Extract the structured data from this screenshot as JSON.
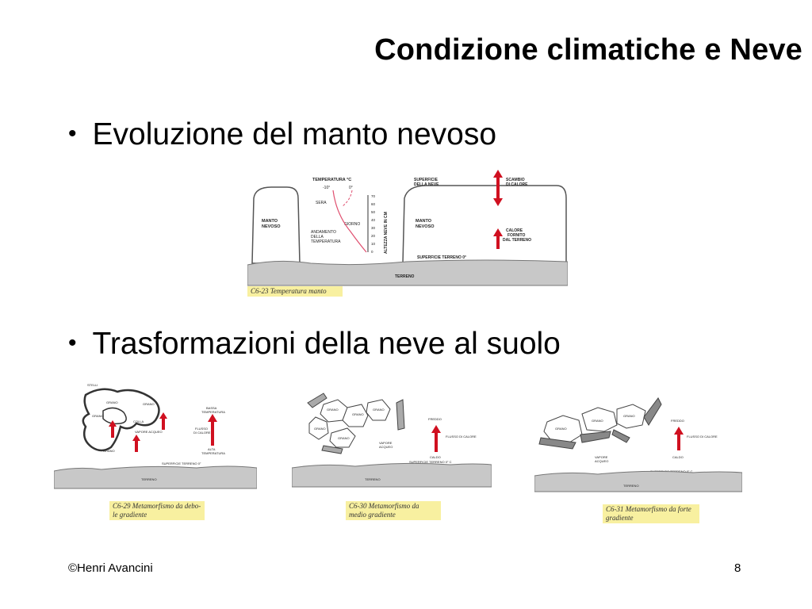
{
  "slide": {
    "title": "Condizione climatiche e Neve",
    "bullet1": "Evoluzione del manto nevoso",
    "bullet2": "Trasformazioni della neve al suolo",
    "bullet_symbol": "•",
    "footer_left": "©Henri Avancini",
    "page_number": "8"
  },
  "fig_temp": {
    "caption": "C6-23 Temperatura manto",
    "manto_label": "MANTO\nNEVOSO",
    "temperatura": "TEMPERATURA °C",
    "t_cold": "-10°",
    "t_zero": "0°",
    "sera": "SERA",
    "giorno": "GIORNO",
    "andamento": "ANDAMENTO\nDELLA\nTEMPERATURA",
    "altezza": "ALTEZZA NEVE IN CM",
    "scale": [
      "70",
      "60",
      "50",
      "40",
      "30",
      "20",
      "10",
      "0"
    ],
    "superficie_neve": "SUPERFICIE\nDELLA NEVE",
    "scambio": "SCAMBIO\nDI CALORE",
    "manto_label2": "MANTO\nNEVOSO",
    "calore": "CALORE\nFORNITO\nDAL TERRENO",
    "superficie_terreno": "SUPERFICIE TERRENO 0°",
    "terreno": "TERRENO"
  },
  "fig29": {
    "caption": "C6-29 Metamorfismo da debo-\nle gradiente",
    "stelle": "STELLI",
    "grano1": "GRANO",
    "grano2": "GRANO",
    "grano3": "GRANO",
    "grano4": "GRANO",
    "colla": "COLLA",
    "vapore": "VAPORE ACQUEO",
    "bassa": "BASSA\nTEMPERATURA",
    "flusso": "FLUSSO\nDI CALORE",
    "alta": "ALTA\nTEMPERATURA",
    "superficie": "SUPERFICIE TERRENO 0°",
    "terreno": "TERRENO"
  },
  "fig30": {
    "caption": "C6-30 Metamorfismo da\nmedio gradiente",
    "grano1": "GRANO",
    "grano2": "GRANO",
    "grano3": "GRANO",
    "grano4": "GRANO",
    "grano5": "GRANO",
    "vapore": "VAPORE\nACQUEO",
    "freddo": "FREDDO",
    "flusso": "FLUSSO DI CALORE",
    "caldo": "CALDO",
    "superficie": "SUPERFICIE TERRENO 0° C",
    "terreno": "TERRENO"
  },
  "fig31": {
    "caption": "C6-31 Metamorfismo da forte\ngradiente",
    "grano1": "GRANO",
    "grano2": "GRANO",
    "grano3": "GRANO",
    "vapore": "VAPORE\nACQUEO",
    "freddo": "FREDDO",
    "flusso": "FLUSSO DI CALORE",
    "caldo": "CALDO",
    "superficie": "SUPERFICIE TERRENO 0° C",
    "terreno": "TERRENO"
  },
  "colors": {
    "arrow": "#d01020",
    "ground": "#c8c8c8",
    "caption_bg": "#f8f0a0",
    "curve": "#e05070"
  }
}
